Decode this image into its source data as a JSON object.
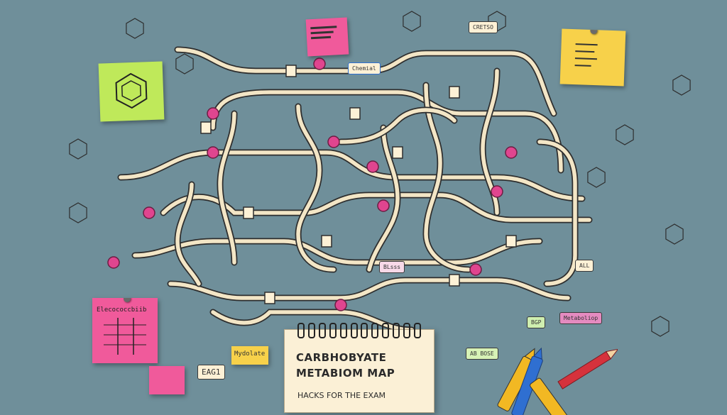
{
  "notepad": {
    "title_line1": "CARBHOBYATE",
    "title_line2": "METABIOM MAP",
    "subtitle": "HACKS FOR THE EXAM"
  },
  "notes": {
    "pink_left_title": "Elecococcbiib",
    "blue_center_label": "Chemial",
    "yellow_bottom_label": "Mydolate",
    "grey_right_label": "Metaboliop",
    "bubble_bottom_left": "EAG1",
    "bubble_top_right": "CRETSO",
    "bubble_bottom_pink": "BLsss",
    "bubble_ab": "AB BOSE",
    "bubble_all": "ALL",
    "bubble_bg": "BGP"
  },
  "colors": {
    "background": "#6f8f9a",
    "pipe_fill": "#f3e6c6",
    "pipe_outline": "#2e2e2e",
    "node_pink": "#e0458f",
    "sticky_yellow": "#f7d14a",
    "sticky_pink": "#f05a9b",
    "sticky_green": "#bfe95a",
    "marker_yellow": "#f2b823",
    "marker_blue": "#2f6fd1",
    "marker_red": "#d5323c"
  }
}
